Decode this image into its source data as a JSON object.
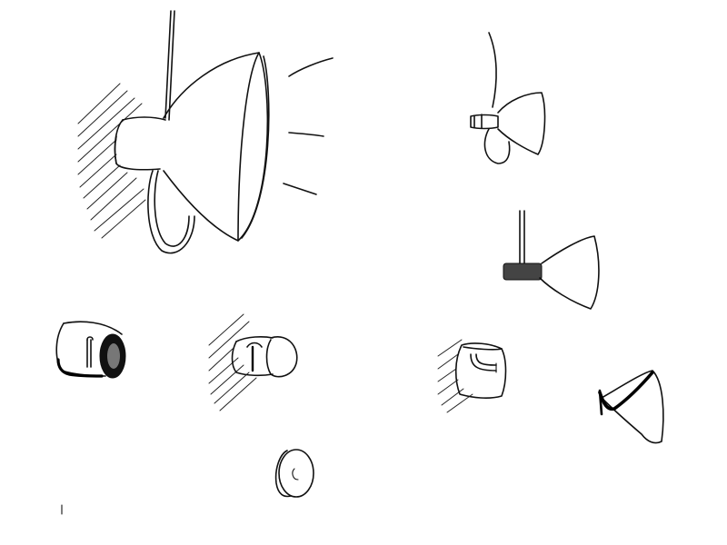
{
  "sketch": {
    "description_items": [
      "large-lamp-sketch",
      "small-lamp-sketch-top-right",
      "small-lamp-sketch-middle-right",
      "cylindrical-joint-sketch",
      "bulb-joint-sketch",
      "cube-joint-sketch",
      "cone-shade-sketch",
      "round-button-sketch"
    ],
    "ink_color": "#111111",
    "paper_color": "#ffffff"
  }
}
